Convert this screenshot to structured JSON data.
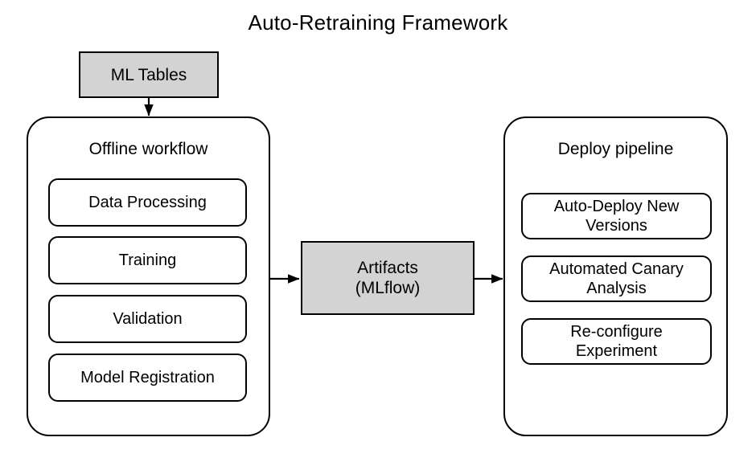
{
  "title": "Auto-Retraining Framework",
  "colors": {
    "fill_gray": "#d3d3d3",
    "stroke": "#000000",
    "background": "#ffffff"
  },
  "source_node": {
    "label": "ML Tables",
    "style": "filled-rectangle"
  },
  "offline_group": {
    "title": "Offline workflow",
    "steps": [
      {
        "label": "Data Processing"
      },
      {
        "label": "Training"
      },
      {
        "label": "Validation"
      },
      {
        "label": "Model Registration"
      }
    ]
  },
  "artifacts_node": {
    "line1": "Artifacts",
    "line2": "(MLflow)",
    "style": "filled-rectangle"
  },
  "deploy_group": {
    "title": "Deploy pipeline",
    "steps": [
      {
        "line1": "Auto-Deploy New",
        "line2": "Versions"
      },
      {
        "line1": "Automated Canary",
        "line2": "Analysis"
      },
      {
        "line1": "Re-configure",
        "line2": "Experiment"
      }
    ]
  },
  "connectors": [
    {
      "name": "ml-tables-to-offline",
      "from": "ML Tables",
      "to": "Offline workflow",
      "direction": "down"
    },
    {
      "name": "offline-to-artifacts",
      "from": "Offline workflow",
      "to": "Artifacts (MLflow)",
      "direction": "right"
    },
    {
      "name": "artifacts-to-deploy",
      "from": "Artifacts (MLflow)",
      "to": "Deploy pipeline",
      "direction": "right"
    }
  ]
}
